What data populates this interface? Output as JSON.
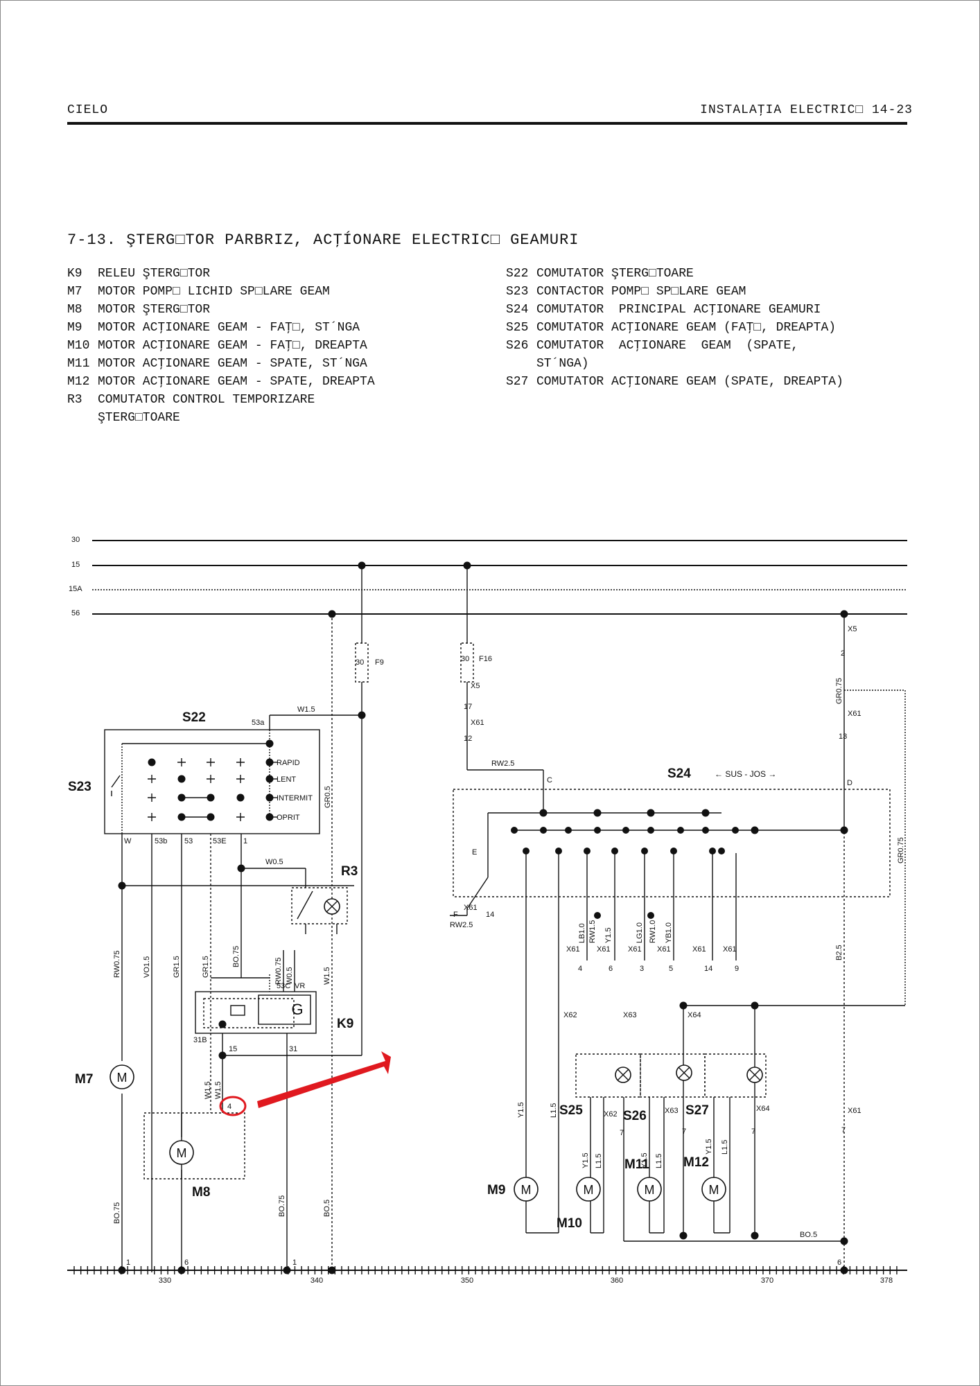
{
  "header": {
    "left": "CIELO",
    "right": "INSTALAŢIA ELECTRIC□ 14-23"
  },
  "section_title": "7-13. ŞTERG□TOR PARBRIZ, ACŢÍONARE ELECTRIC□ GEAMURI",
  "legend_left": [
    {
      "code": "K9",
      "text": "RELEU ŞTERG□TOR"
    },
    {
      "code": "M7",
      "text": "MOTOR POMP□ LICHID SP□LARE GEAM"
    },
    {
      "code": "M8",
      "text": "MOTOR ŞTERG□TOR"
    },
    {
      "code": "M9",
      "text": "MOTOR ACŢIONARE GEAM - FAŢ□, ST´NGA"
    },
    {
      "code": "M10",
      "text": "MOTOR ACŢIONARE GEAM - FAŢ□, DREAPTA"
    },
    {
      "code": "M11",
      "text": "MOTOR ACŢIONARE GEAM - SPATE, ST´NGA"
    },
    {
      "code": "M12",
      "text": "MOTOR ACŢIONARE GEAM - SPATE, DREAPTA"
    },
    {
      "code": "R3",
      "text": "COMUTATOR CONTROL TEMPORIZARE\nŞTERG□TOARE"
    }
  ],
  "legend_right": [
    {
      "code": "S22",
      "text": "COMUTATOR ŞTERG□TOARE"
    },
    {
      "code": "S23",
      "text": "CONTACTOR POMP□ SP□LARE GEAM"
    },
    {
      "code": "S24",
      "text": "COMUTATOR  PRINCIPAL ACŢIONARE GEAMURI"
    },
    {
      "code": "S25",
      "text": "COMUTATOR ACŢIONARE GEAM (FAŢ□, DREAPTA)"
    },
    {
      "code": "S26",
      "text": "COMUTATOR  ACŢIONARE  GEAM  (SPATE,\nST´NGA)"
    },
    {
      "code": "S27",
      "text": "COMUTATOR ACŢIONARE GEAM (SPATE, DREAPTA)"
    }
  ],
  "rails": [
    "30",
    "15",
    "15A",
    "56"
  ],
  "components": {
    "S22": "S22",
    "S23": "S23",
    "S24": "S24",
    "S25": "S25",
    "S26": "S26",
    "S27": "S27",
    "R3": "R3",
    "K9": "K9",
    "M7": "M7",
    "M8": "M8",
    "M9": "M9",
    "M10": "M10",
    "M11": "M11",
    "M12": "M12",
    "motor_glyph": "M",
    "generator_glyph": "G"
  },
  "fuses": [
    {
      "rating": "30",
      "name": "F9"
    },
    {
      "rating": "30",
      "name": "F16"
    }
  ],
  "s22_positions": [
    "RAPID",
    "LENT",
    "INTERMIT",
    "OPRIT"
  ],
  "s22_terminals": [
    "53a",
    "W",
    "53b",
    "53",
    "53E",
    "1"
  ],
  "s24_labels": {
    "direction": "← SUS - JOS →",
    "c": "C",
    "d": "D",
    "e": "E",
    "f": "F"
  },
  "wires": {
    "w15_top": "W1.5",
    "gr05": "GR0.5",
    "rw25": "RW2.5",
    "gr075_top": "GR0.75",
    "gr075_right": "GR0.75",
    "w05": "W0.5",
    "rw075_m7": "RW0.75",
    "vo15": "VO1.5",
    "gr15_a": "GR1.5",
    "gr15_b": "GR1.5",
    "bo075": "BO.75",
    "rw075_k9": "RW0.75",
    "w05_k9": "W0.5",
    "w15_k9": "W1.5",
    "w15_m8a": "W1.5",
    "w15_m8b": "W1.5",
    "bo075_m7": "BO.75",
    "bo075_k9": "BO.75",
    "bo05": "BO.5",
    "rw25_f": "RW2.5",
    "lb10": "LB1.0",
    "rw15": "RW1.5",
    "y15": "Y1.5",
    "lg10": "LG1.0",
    "rw10": "RW1.0",
    "yb10": "YB1.0",
    "b25": "B2.5",
    "y15_m9": "Y1.5",
    "l15_m9": "L1.5",
    "y15_m10": "Y1.5",
    "l15_m10": "L1.5",
    "y15_m11": "Y1.5",
    "l15_m11": "L1.5",
    "y15_m12": "Y1.5",
    "l15_m12": "L1.5",
    "bo05_bottom": "BO.5"
  },
  "k9_terminals": {
    "t31b": "31B",
    "t15": "15",
    "t31": "31",
    "t53c": "53C",
    "tvr": "VR"
  },
  "connectors": {
    "x5_top": "X5",
    "x5_top_pin": "2",
    "x61_top": "X61",
    "x61_top_pin": "13",
    "x5_f16": "X5",
    "x5_f16_pin": "17",
    "x61_f16": "X61",
    "x61_f16_pin": "12",
    "x61_left": "X61",
    "x61_left_pin": "14",
    "x61_row": [
      "X61",
      "X61",
      "X61",
      "X61",
      "X61",
      "X61"
    ],
    "x61_row_pins": [
      "4",
      "6",
      "3",
      "5",
      "14",
      "9"
    ],
    "x62": "X62",
    "x63": "X63",
    "x64": "X64",
    "x62_b": "X62",
    "x63_b": "X63",
    "x64_b": "X64",
    "x61_right": "X61",
    "x61_right_pin": "7",
    "pin7": "7"
  },
  "ground_scale": {
    "ticks": [
      "330",
      "340",
      "350",
      "360",
      "370",
      "378"
    ],
    "grounds": [
      "1",
      "6",
      "1",
      "6"
    ]
  },
  "annotation": {
    "highlight_pin": "4"
  }
}
